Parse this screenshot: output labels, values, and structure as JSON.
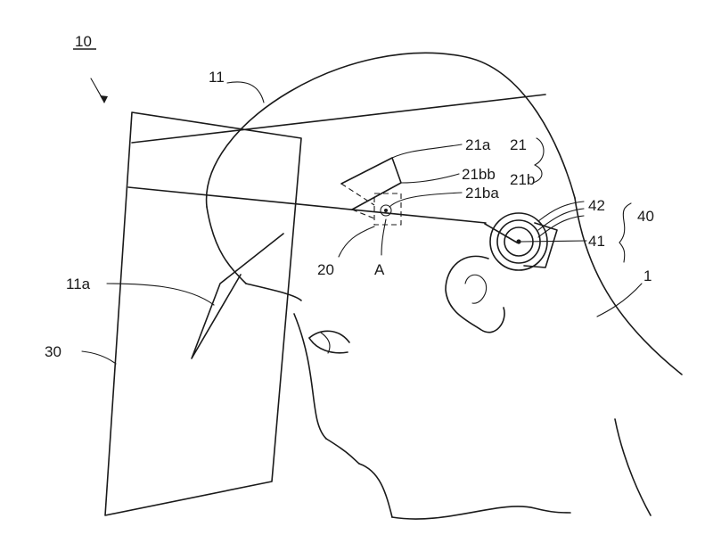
{
  "figure": {
    "labels": {
      "assembly": "10",
      "cap": "11",
      "cap_brim": "11a",
      "head": "1",
      "mount": "20",
      "arm": "21",
      "arm_part_a": "21a",
      "arm_part_b": "21b",
      "arm_part_bb": "21bb",
      "arm_part_ba": "21ba",
      "shield": "30",
      "hinge": "40",
      "hinge_axis": "41",
      "hinge_ring": "42",
      "detail_region": "A"
    }
  }
}
